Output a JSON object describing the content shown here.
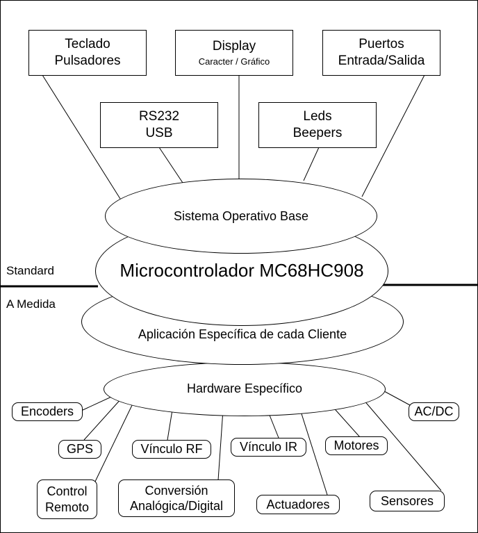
{
  "top_boxes": {
    "teclado": [
      "Teclado",
      "Pulsadores"
    ],
    "display": {
      "title": "Display",
      "sub": "Caracter / Gráfico"
    },
    "puertos": [
      "Puertos",
      "Entrada/Salida"
    ],
    "rs232": [
      "RS232",
      "USB"
    ],
    "leds": [
      "Leds",
      "Beepers"
    ]
  },
  "layers": {
    "os": "Sistema Operativo Base",
    "mcu": "Microcontrolador MC68HC908",
    "app": "Aplicación Específica de cada Cliente",
    "hw": "Hardware Específico"
  },
  "divider": {
    "standard": "Standard",
    "custom": "A Medida"
  },
  "bottom_boxes": {
    "encoders": "Encoders",
    "gps": "GPS",
    "control_remoto": [
      "Control",
      "Remoto"
    ],
    "vinculo_rf": "Vínculo RF",
    "conversion": [
      "Conversión",
      "Analógica/Digital"
    ],
    "vinculo_ir": "Vínculo IR",
    "actuadores": "Actuadores",
    "motores": "Motores",
    "sensores": "Sensores",
    "acdc": "AC/DC"
  }
}
